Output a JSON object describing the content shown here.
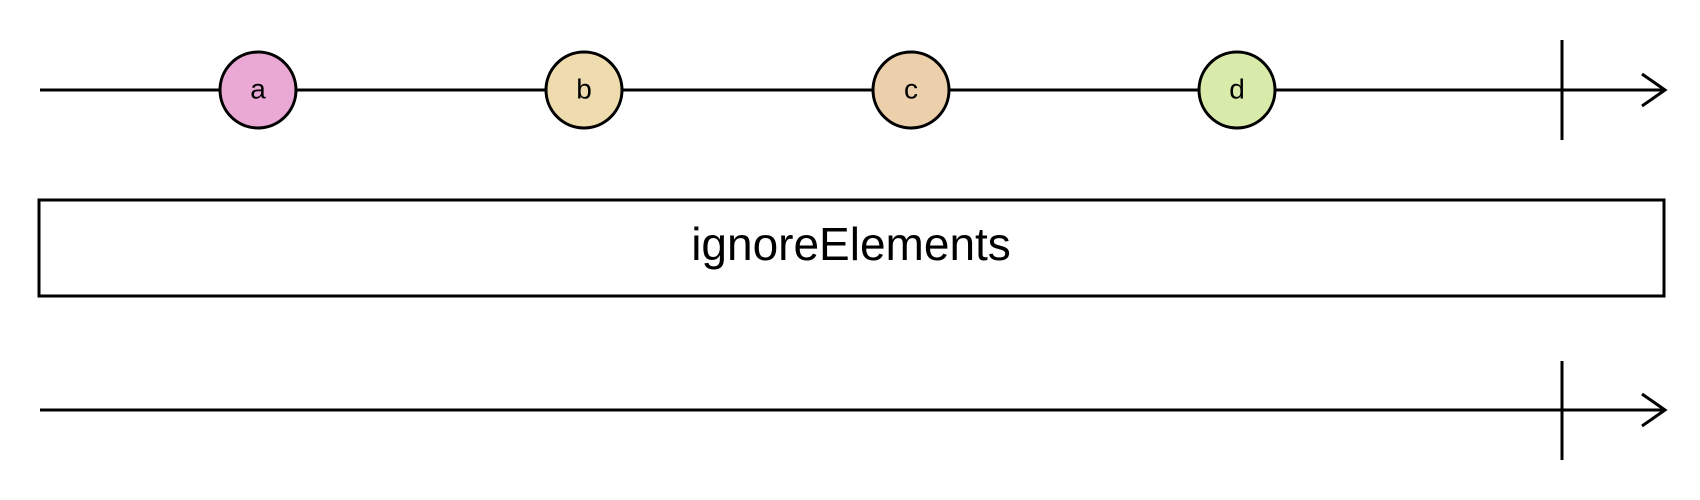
{
  "input_stream": {
    "marbles": [
      {
        "label": "a",
        "color": "#eaa9d4"
      },
      {
        "label": "b",
        "color": "#efdcae"
      },
      {
        "label": "c",
        "color": "#ecd0ab"
      },
      {
        "label": "d",
        "color": "#d8ebaa"
      }
    ],
    "completes": true
  },
  "operator": {
    "label": "ignoreElements"
  },
  "output_stream": {
    "marbles": [],
    "completes": true
  }
}
